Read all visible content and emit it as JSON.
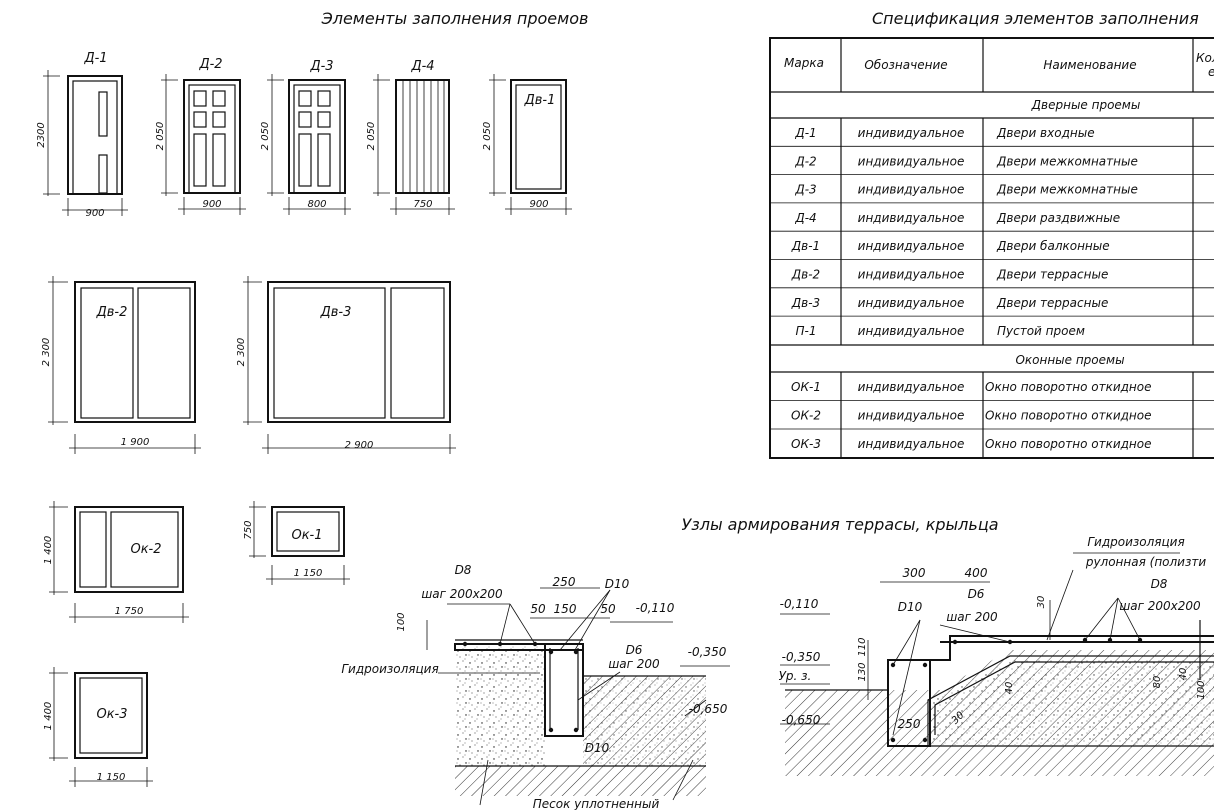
{
  "titles": {
    "openings": "Элементы заполнения проемов",
    "spec": "Спецификация элементов заполнения",
    "nodes": "Узлы армирования террасы, крыльца"
  },
  "elements": {
    "d1": {
      "mark": "Д-1",
      "w": "900",
      "h": "2300"
    },
    "d2": {
      "mark": "Д-2",
      "w": "900",
      "h": "2 050"
    },
    "d3": {
      "mark": "Д-3",
      "w": "800",
      "h": "2 050"
    },
    "d4": {
      "mark": "Д-4",
      "w": "750",
      "h": "2 050"
    },
    "dv1": {
      "mark": "Дв-1",
      "w": "900",
      "h": "2 050"
    },
    "dv2": {
      "mark": "Дв-2",
      "w": "1 900",
      "h": "2 300"
    },
    "dv3": {
      "mark": "Дв-3",
      "w": "2 900",
      "h": "2 300"
    },
    "ok2": {
      "mark": "Ок-2",
      "w": "1 750",
      "h": "1 400"
    },
    "ok1": {
      "mark": "Ок-1",
      "w": "1 150",
      "h": "750"
    },
    "ok3": {
      "mark": "Ок-3",
      "w": "1 150",
      "h": "1 400"
    }
  },
  "spec_table": {
    "headers": [
      "Марка",
      "Обозначение",
      "Наименование",
      "Кол"
    ],
    "header_col4_line2": "е",
    "section_doors": "Дверные проемы",
    "section_windows": "Оконные проемы",
    "door_rows": [
      [
        "Д-1",
        "индивидуальное",
        "Двери входные"
      ],
      [
        "Д-2",
        "индивидуальное",
        "Двери межкомнатные"
      ],
      [
        "Д-3",
        "индивидуальное",
        "Двери межкомнатные"
      ],
      [
        "Д-4",
        "индивидуальное",
        "Двери раздвижные"
      ],
      [
        "Дв-1",
        "индивидуальное",
        "Двери балконные"
      ],
      [
        "Дв-2",
        "индивидуальное",
        "Двери террасные"
      ],
      [
        "Дв-3",
        "индивидуальное",
        "Двери террасные"
      ],
      [
        "П-1",
        "индивидуальное",
        "Пустой проем"
      ]
    ],
    "window_rows": [
      [
        "ОК-1",
        "индивидуальное",
        "Окно поворотно откидное"
      ],
      [
        "ОК-2",
        "индивидуальное",
        "Окно поворотно откидное"
      ],
      [
        "ОК-3",
        "индивидуальное",
        "Окно поворотно откидное"
      ]
    ]
  },
  "node1": {
    "d8": "D8",
    "step1": "шаг 200х200",
    "d250": "250",
    "d10": "D10",
    "d50a": "50",
    "d150": "150",
    "d50b": "50",
    "lvl0110": "-0,110",
    "d6": "D6",
    "step2": "шаг 200",
    "lvl0350": "-0,350",
    "d100": "100",
    "waterproof": "Гидроизоляция",
    "lvl0650": "-0,650",
    "d10b": "D10",
    "sand": "Песок уплотненный"
  },
  "node2": {
    "waterproof1": "Гидроизоляция",
    "waterproof2": "рулонная (полизти",
    "d300": "300",
    "d400": "400",
    "d6": "D6",
    "step200": "шаг 200",
    "d10": "D10",
    "d30": "30",
    "d8": "D8",
    "step2": "шаг 200х200",
    "lvl0110": "-0,110",
    "lvl0350": "-0,350",
    "ur": "Ур. з.",
    "d130": "130",
    "d110": "110",
    "lvl0650": "-0,650",
    "d250": "250",
    "d30b": "30",
    "d40": "40",
    "d80": "80",
    "d40b": "40",
    "d100": "100"
  }
}
